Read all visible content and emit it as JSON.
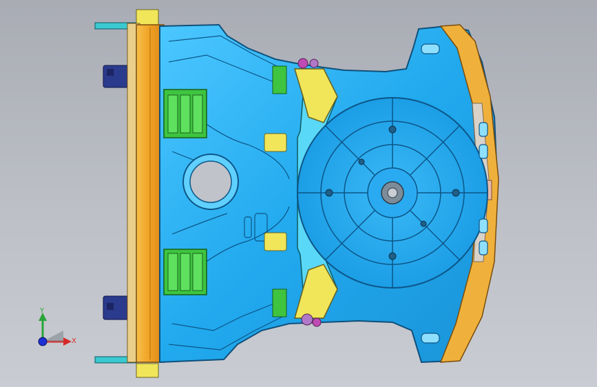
{
  "viewport": {
    "background_top": "#a9acb4",
    "background_bottom": "#c9ccd2"
  },
  "model": {
    "description_icon": "cad-floor-panel-assembly",
    "colors": {
      "panel_blue": "#29b2f2",
      "panel_blue_light": "#5cd0ff",
      "panel_edge": "#0f4f7a",
      "orange_rail": "#f2a428",
      "yellow_part": "#f1e65a",
      "green_part": "#3fc43f",
      "navy_mount": "#1f2f7d",
      "cyan_tab": "#39c9cf",
      "magenta_bolt": "#c04ab4"
    }
  },
  "triad": {
    "y_label": "Y",
    "x_label": "X",
    "y_color": "#2aa43a",
    "x_color": "#d62a2a",
    "z_color": "#1c2fd4"
  }
}
